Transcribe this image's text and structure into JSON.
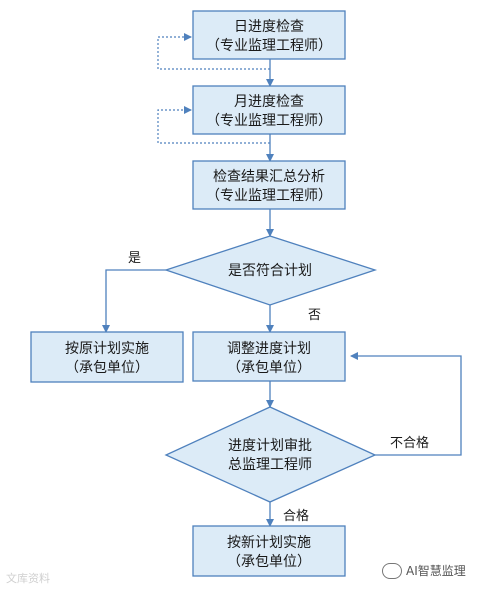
{
  "nodes": {
    "daily_check": {
      "line1": "日进度检查",
      "line2": "（专业监理工程师）"
    },
    "monthly_check": {
      "line1": "月进度检查",
      "line2": "（专业监理工程师）"
    },
    "summary_analysis": {
      "line1": "检查结果汇总分析",
      "line2": "（专业监理工程师）"
    },
    "plan_decision": {
      "line1": "是否符合计划"
    },
    "original_plan": {
      "line1": "按原计划实施",
      "line2": "（承包单位）"
    },
    "adjust_plan": {
      "line1": "调整进度计划",
      "line2": "（承包单位）"
    },
    "approval_decision": {
      "line1": "进度计划审批",
      "line2": "总监理工程师"
    },
    "new_plan": {
      "line1": "按新计划实施",
      "line2": "（承包单位）"
    }
  },
  "edges": {
    "yes_label": "是",
    "no_label": "否",
    "fail_label": "不合格",
    "pass_label": "合格"
  },
  "watermarks": {
    "left": "文库资料",
    "right": "AI智慧监理"
  },
  "colors": {
    "box_fill": "#dcebf7",
    "box_stroke": "#4f81bd",
    "line": "#4f81bd"
  }
}
